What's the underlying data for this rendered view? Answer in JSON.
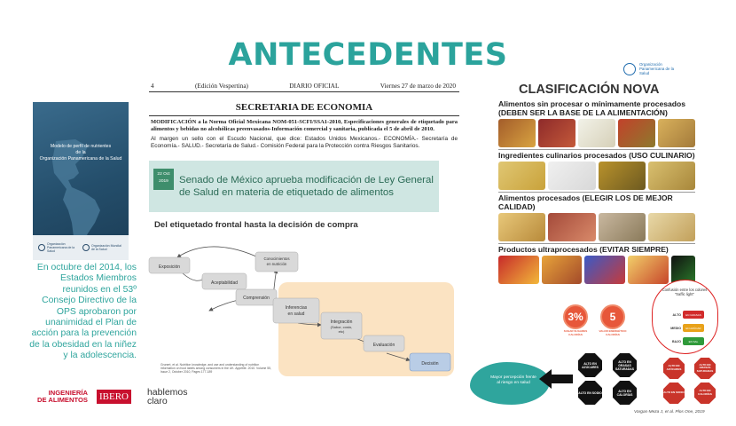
{
  "title": "ANTECEDENTES",
  "book": {
    "title_line1": "Modelo de perfil de nutrientes",
    "title_line2": "de la",
    "title_line3": "Organización Panamericana de la Salud",
    "logo_left": "Organización Panamericana de la Salud",
    "logo_right": "Organización Mundial de la Salud"
  },
  "left_text": "En octubre del 2014, los Estados Miembros reunidos en el 53º Consejo Directivo de la OPS aprobaron por unanimidad el Plan de acción para la prevención de la obesidad en la niñez y la adolescencia.",
  "footer": {
    "ingenieria_line1": "INGENIERÍA",
    "ingenieria_line2": "DE ALIMENTOS",
    "ibero": "IBERO",
    "hablemos_line1": "hablemos",
    "hablemos_line2": "claro"
  },
  "dof": {
    "page": "4",
    "edition": "(Edición Vespertina)",
    "paper": "DIARIO OFICIAL",
    "date": "Viernes 27 de marzo de 2020",
    "section": "SECRETARIA DE ECONOMIA",
    "paragraph1": "MODIFICACIÓN a la Norma Oficial Mexicana NOM-051-SCFI/SSA1-2010, Especificaciones generales de etiquetado para alimentos y bebidas no alcohólicas preenvasados-Información comercial y sanitaria, publicada el 5 de abril de 2010.",
    "paragraph2": "Al margen un sello con el Escudo Nacional, que dice: Estados Unidos Mexicanos.- ECONOMÍA.- Secretaría de Economía.- SALUD.- Secretaría de Salud.- Comisión Federal para la Protección contra Riesgos Sanitarios."
  },
  "senado": {
    "date_line1": "22 Oct",
    "date_line2": "2019",
    "text": "Senado de México aprueba modificación de Ley General de Salud en materia de etiquetado de alimentos"
  },
  "etiquetado": {
    "title": "Del etiquetado frontal hasta la decisión de compra",
    "nodes": {
      "exposicion": "Exposición",
      "aceptabilidad": "Aceptabilidad",
      "comprension": "Comprensión",
      "conocimientos_1": "Conocimientos",
      "conocimientos_2": "en nutrición",
      "inferencias_1": "Inferencias",
      "inferencias_2": "en salud",
      "integracion_1": "Integración",
      "integracion_2": "(Sabor, costo,",
      "integracion_3": "etc)",
      "evaluacion": "Evaluación",
      "decision": "Decisión"
    },
    "reference": "Grunert, et al. Nutrition knowledge, and use and understanding of nutrition information on food labels among consumers in the UK. Appetite. 2010. Volume 55, Issue 2, October 2010, Pages 177-189"
  },
  "nova": {
    "org": "Organización Panamericana de la Salud",
    "title": "CLASIFICACIÓN NOVA",
    "g1_line1": "Alimentos sin procesar o mínimamente procesados",
    "g1_line2": "(DEBEN SER LA BASE DE LA ALIMENTACIÓN)",
    "g2": "Ingredientes culinarios procesados (USO CULINARIO)",
    "g3": "Alimentos procesados (ELEGIR LOS DE MEJOR CALIDAD)",
    "g4": "Productos ultraprocesados (EVITAR SIEMPRE)"
  },
  "labels": {
    "cloud_text": "Mayor percepción frente al riesgo en salud",
    "black_seals": [
      "ALTO EN AZÚCARES",
      "ALTO EN GRASAS SATURADAS",
      "ALTO EN SODIO",
      "ALTO EN CALORÍAS"
    ],
    "gda_1_value": "3%",
    "gda_1_label": "SUGAR SUGARES CALORÍAS",
    "gda_2_value": "5",
    "gda_2_label": "VALOR ENERGÉTICO CALORÍAS",
    "semaforo_caption": "Confusión entre los colores \"traffic light\"",
    "sem_alto": "ALTO",
    "sem_alto_val": "EN GRASAS",
    "sem_medio": "MEDIO",
    "sem_medio_val": "EN AZÚCAR",
    "sem_bajo": "BAJO",
    "sem_bajo_val": "EN SAL",
    "red_seals": [
      "ALTO EN AZÚCARES",
      "ALTO EN GRASAS SATURADAS",
      "ALTO EN SODIO",
      "ALTO EN CALORÍAS"
    ],
    "reference": "Vargas-Meza J, et al. Plos One, 2019"
  },
  "colors": {
    "teal": "#2ba39c",
    "ibero_red": "#c8102e",
    "senado_bg": "#cfe6e2",
    "flow_bg": "#fbe3c2"
  }
}
